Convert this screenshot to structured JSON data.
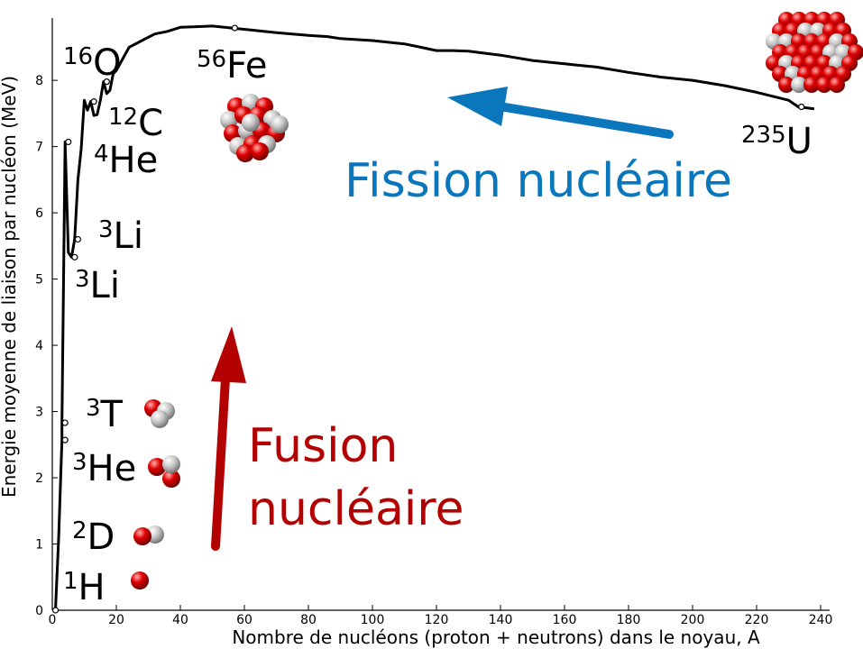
{
  "chart_data": {
    "type": "line",
    "xlabel": "Nombre de nucléons (proton + neutrons) dans le noyau, A",
    "ylabel": "Energie moyenne de liaison par nucléon (MeV)",
    "xlim": [
      0,
      240
    ],
    "ylim": [
      0,
      8.9
    ],
    "xticks": [
      0,
      20,
      40,
      60,
      80,
      100,
      120,
      140,
      160,
      180,
      200,
      220,
      240
    ],
    "yticks": [
      0,
      1,
      2,
      3,
      4,
      5,
      6,
      7,
      8
    ],
    "grid": false,
    "curve": {
      "x": [
        1,
        2,
        3,
        3,
        4,
        4,
        5,
        6,
        7,
        8,
        9,
        10,
        11,
        12,
        13,
        14,
        15,
        16,
        17,
        18,
        19,
        20,
        24,
        28,
        32,
        36,
        40,
        45,
        50,
        56,
        62,
        70,
        75,
        80,
        86,
        90,
        100,
        110,
        115,
        117,
        120,
        125,
        130,
        140,
        150,
        160,
        170,
        180,
        190,
        200,
        210,
        220,
        230,
        233,
        238
      ],
      "y": [
        0,
        1.11,
        2.57,
        2.83,
        7.07,
        7.07,
        5.4,
        5.33,
        5.6,
        6.5,
        6.96,
        7.7,
        7.55,
        7.68,
        7.47,
        7.48,
        7.7,
        7.98,
        7.8,
        7.85,
        8.1,
        8.15,
        8.5,
        8.6,
        8.7,
        8.74,
        8.8,
        8.81,
        8.82,
        8.79,
        8.76,
        8.72,
        8.7,
        8.68,
        8.66,
        8.63,
        8.6,
        8.55,
        8.5,
        8.48,
        8.45,
        8.45,
        8.44,
        8.38,
        8.3,
        8.25,
        8.2,
        8.12,
        8.05,
        8.0,
        7.92,
        7.82,
        7.7,
        7.6,
        7.57
      ]
    },
    "points": [
      {
        "x": 1,
        "y": 0
      },
      {
        "x": 4,
        "y": 2.57
      },
      {
        "x": 4,
        "y": 2.83
      },
      {
        "x": 5,
        "y": 7.07
      },
      {
        "x": 7,
        "y": 5.33
      },
      {
        "x": 8,
        "y": 5.6
      },
      {
        "x": 13,
        "y": 7.68
      },
      {
        "x": 17,
        "y": 7.98
      },
      {
        "x": 57,
        "y": 8.79
      },
      {
        "x": 234,
        "y": 7.6
      }
    ],
    "annotations": {
      "h1": {
        "sup": "1",
        "base": "H"
      },
      "d2": {
        "sup": "2",
        "base": "D"
      },
      "he3": {
        "sup": "3",
        "base": "He"
      },
      "t3": {
        "sup": "3",
        "base": "T"
      },
      "li3a": {
        "sup": "3",
        "base": "Li"
      },
      "li3b": {
        "sup": "3",
        "base": "Li"
      },
      "he4": {
        "sup": "4",
        "base": "He"
      },
      "c12": {
        "sup": "12",
        "base": "C"
      },
      "o16": {
        "sup": "16",
        "base": "O"
      },
      "fe56": {
        "sup": "56",
        "base": "Fe"
      },
      "u235": {
        "sup": "235",
        "base": "U"
      }
    },
    "arrows": {
      "fusion_line1": "Fusion",
      "fusion_line2": "nucléaire",
      "fission": "Fission nucléaire",
      "fusion_color": "#c00000",
      "fission_color": "#0a77bd"
    },
    "nucleon_colors": {
      "proton": "#e00000",
      "neutron": "#c8c8c8"
    }
  }
}
